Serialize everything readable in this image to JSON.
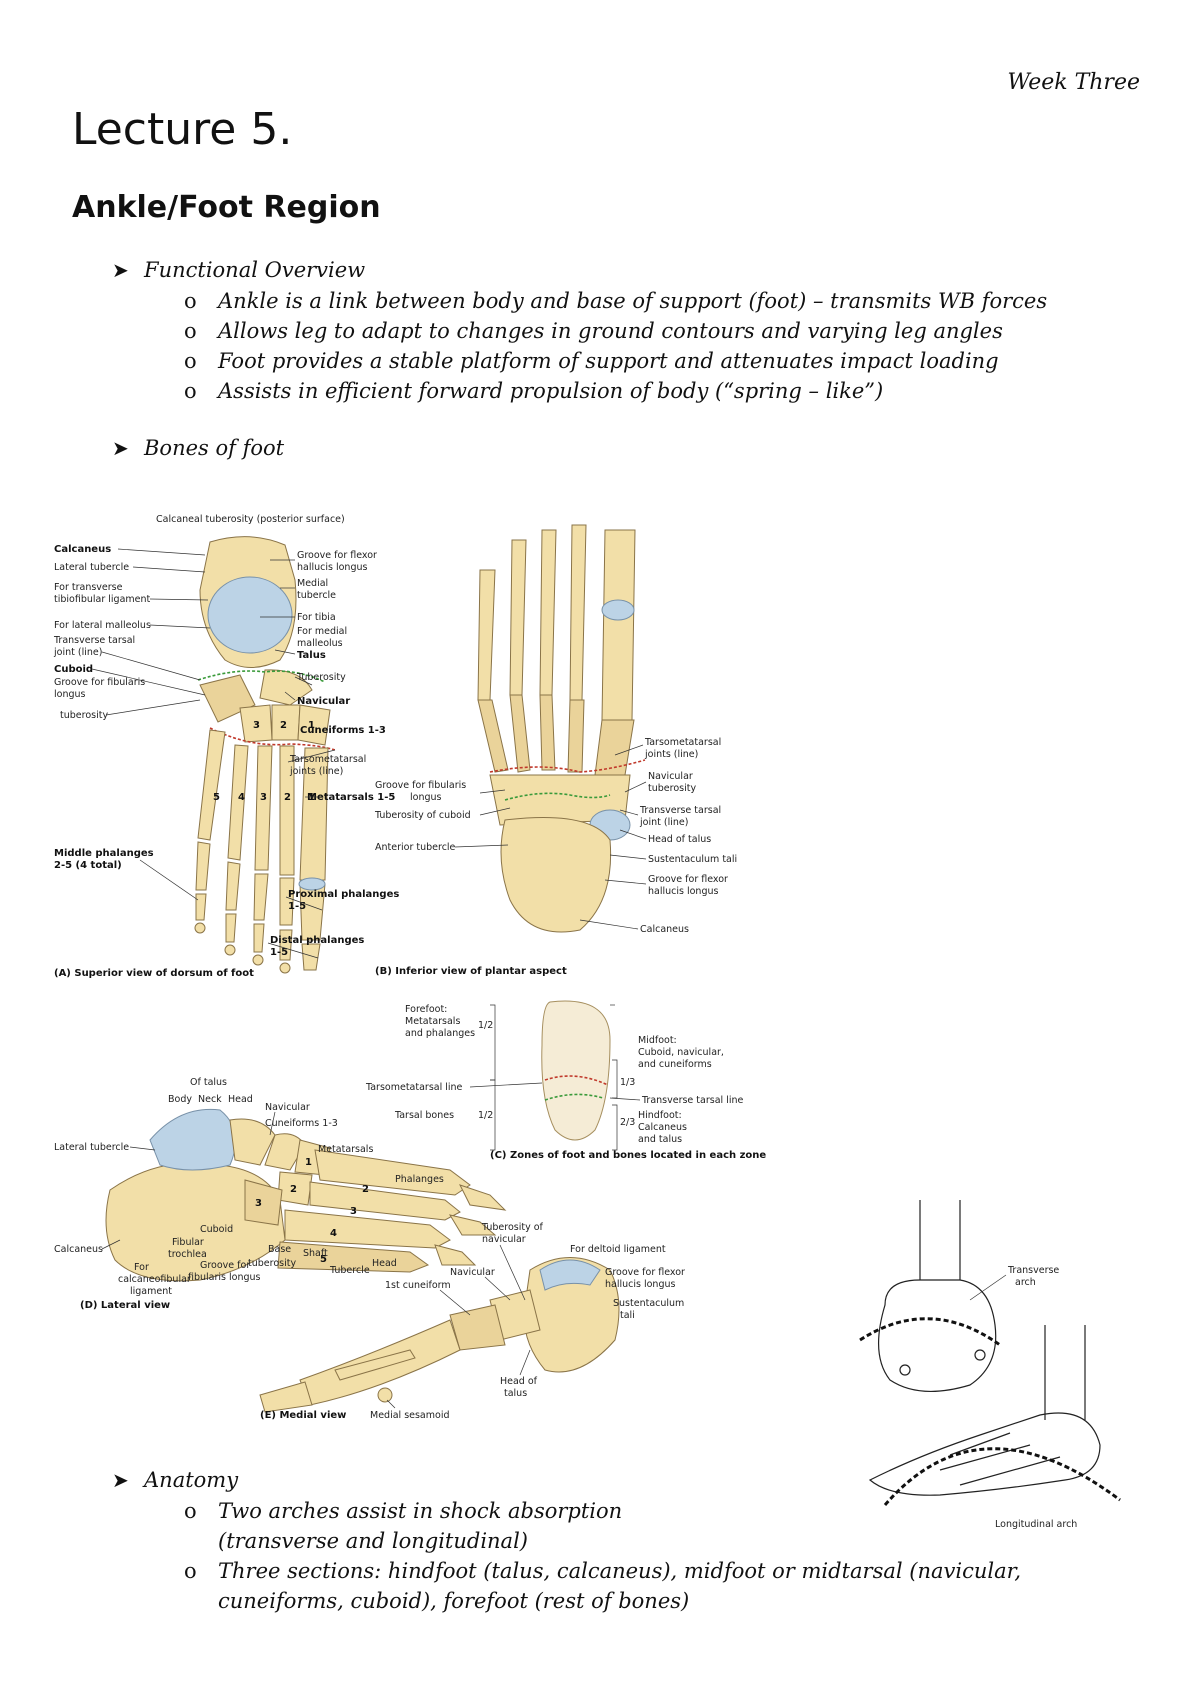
{
  "header": {
    "week": "Week Three"
  },
  "title": "Lecture 5.",
  "section": "Ankle/Foot Region",
  "functional_overview": {
    "heading": "Functional Overview",
    "items": [
      "Ankle is a link between body and base of support (foot) – transmits WB forces",
      "Allows leg to adapt to changes in ground contours and varying leg angles",
      "Foot provides a stable platform of support and attenuates impact loading",
      "Assists in efficient forward propulsion of body (“spring – like”)"
    ]
  },
  "bones_heading": "Bones of foot",
  "figure_a": {
    "caption": "(A) Superior view of dorsum of foot",
    "labels": {
      "calc_tub": "Calcaneal tuberosity (posterior surface)",
      "calcaneus": "Calcaneus",
      "lat_tub": "Lateral tubercle",
      "for_trans1": "For transverse",
      "for_trans2": "tibiofibular ligament",
      "for_lat_mall": "For lateral malleolus",
      "trans_tarsal1": "Transverse tarsal",
      "trans_tarsal2": "joint (line)",
      "cuboid": "Cuboid",
      "groove_fib1": "Groove for fibularis",
      "groove_fib2": "longus",
      "tuberosity": "tuberosity",
      "groove_fhl1": "Groove for flexor",
      "groove_fhl2": "hallucis longus",
      "med_tub1": "Medial",
      "med_tub2": "tubercle",
      "for_tibia": "For tibia",
      "for_med1": "For medial",
      "for_med2": "malleolus",
      "talus": "Talus",
      "tuberosity_r": "Tuberosity",
      "navicular": "Navicular",
      "cuneiform": "Cuneiforms 1-3",
      "tmt1": "Tarsometatarsal",
      "tmt2": "joints (line)",
      "metatarsals": "Metatarsals 1-5",
      "mid_phal1": "Middle phalanges",
      "mid_phal2": "2-5 (4 total)",
      "prox_phal1": "Proximal phalanges",
      "prox_phal2": "1-5",
      "dist_phal1": "Distal phalanges",
      "dist_phal2": "1-5"
    }
  },
  "figure_b": {
    "caption": "(B) Inferior view of plantar aspect",
    "labels": {
      "tmt1": "Tarsometatarsal",
      "tmt2": "joints (line)",
      "groove1": "Groove for fibularis",
      "groove2": "longus",
      "nav_tub1": "Navicular",
      "nav_tub2": "tuberosity",
      "tub_cuboid": "Tuberosity of cuboid",
      "trans1": "Transverse tarsal",
      "trans2": "joint (line)",
      "head_talus": "Head of talus",
      "ant_tub": "Anterior tubercle",
      "sust": "Sustentaculum tali",
      "fhl1": "Groove for flexor",
      "fhl2": "hallucis longus",
      "calcaneus": "Calcaneus"
    }
  },
  "figure_c": {
    "caption": "(C) Zones of foot and bones located in each zone",
    "labels": {
      "forefoot1": "Forefoot:",
      "forefoot2": "Metatarsals",
      "forefoot3": "and phalanges",
      "tmt_line": "Tarsometatarsal line",
      "tarsal": "Tarsal bones",
      "midfoot1": "Midfoot:",
      "midfoot2": "Cuboid, navicular,",
      "midfoot3": "and cuneiforms",
      "trans_line": "Transverse tarsal line",
      "hind1": "Hindfoot:",
      "hind2": "Calcaneus",
      "hind3": "and talus",
      "frac1": "1/2",
      "frac2": "1/3",
      "frac3": "1/2",
      "frac4": "2/3"
    }
  },
  "figure_d": {
    "caption": "(D) Lateral view",
    "labels": {
      "of_talus": "Of talus",
      "body": "Body",
      "neck": "Neck",
      "head": "Head",
      "navicular": "Navicular",
      "cuneiforms": "Cuneiforms 1-3",
      "metatarsals": "Metatarsals",
      "phalanges": "Phalanges",
      "lat_tub": "Lateral tubercle",
      "calcaneus": "Calcaneus",
      "fib_troch1": "Fibular",
      "fib_troch2": "trochlea",
      "cuboid": "Cuboid",
      "base": "Base",
      "shaft": "Shaft",
      "head_mt": "Head",
      "tuberosity": "tuberosity",
      "tubercle": "Tubercle",
      "for_cf1": "For",
      "for_cf2": "calcaneofibular",
      "for_cf3": "ligament",
      "groove1": "Groove for",
      "groove2": "fibularis longus"
    }
  },
  "figure_e": {
    "caption": "(E) Medial view",
    "labels": {
      "tub_nav1": "Tuberosity of",
      "tub_nav2": "navicular",
      "deltoid": "For deltoid ligament",
      "navicular": "Navicular",
      "first_cun": "1st cuneiform",
      "groove1": "Groove for flexor",
      "groove2": "hallucis longus",
      "sust1": "Sustentaculum",
      "sust2": "tali",
      "head1": "Head of",
      "head2": "talus",
      "sesamoid": "Medial sesamoid"
    }
  },
  "arch_figure": {
    "transverse1": "Transverse",
    "transverse2": "arch",
    "longitudinal": "Longitudinal arch"
  },
  "anatomy": {
    "heading": "Anatomy",
    "items": [
      "Two arches assist in shock absorption (transverse and longitudinal)",
      "Three sections: hindfoot (talus, calcaneus), midfoot or midtarsal (navicular, cuneiforms, cuboid), forefoot (rest of bones)"
    ]
  }
}
